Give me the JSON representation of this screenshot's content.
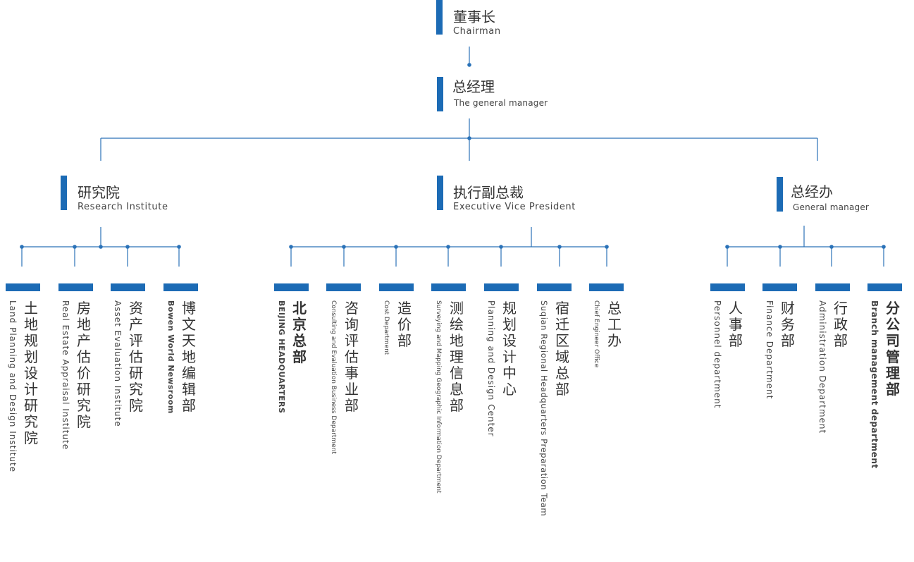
{
  "top": {
    "chairman": {
      "cn": "董事长",
      "en": "Chairman"
    },
    "gm": {
      "cn": "总经理",
      "en": "The general manager"
    }
  },
  "level2": [
    {
      "cn": "研究院",
      "en": "Research Institute"
    },
    {
      "cn": "执行副总裁",
      "en": "Executive Vice President"
    },
    {
      "cn": "总经办",
      "en": "General manager"
    }
  ],
  "departments": [
    {
      "cn": "土地规划设计研究院",
      "en": "Land Planning and Design Institute"
    },
    {
      "cn": "房地产估价研究院",
      "en": "Real Estate Appraisal Institute"
    },
    {
      "cn": "资产评估研究院",
      "en": "Asset Evaluation Institute"
    },
    {
      "cn": "博文天地编辑部",
      "en": "Bowen World Newsroom"
    },
    {
      "cn": "北京总部",
      "en": "BEIJING HEADQUARTERS"
    },
    {
      "cn": "咨询评估事业部",
      "en": "Consulting and Evaluation Business Department"
    },
    {
      "cn": "造价部",
      "en": "Cost Department"
    },
    {
      "cn": "测绘地理信息部",
      "en": "Surveying and Mapping Geographic Information Department"
    },
    {
      "cn": "规划设计中心",
      "en": "Planning and Design Center"
    },
    {
      "cn": "宿迁区域总部",
      "en": "Suqian Regional Headquarters Preparation Team"
    },
    {
      "cn": "总工办",
      "en": "Chief Engineer Office"
    },
    {
      "cn": "人事部",
      "en": "Personnel department"
    },
    {
      "cn": "财务部",
      "en": "Finance Department"
    },
    {
      "cn": "行政部",
      "en": "Administration Department"
    },
    {
      "cn": "分公司管理部",
      "en": "Branch management department"
    }
  ],
  "colors": {
    "accent": "#1c6bb5",
    "line": "#2a72b8"
  }
}
